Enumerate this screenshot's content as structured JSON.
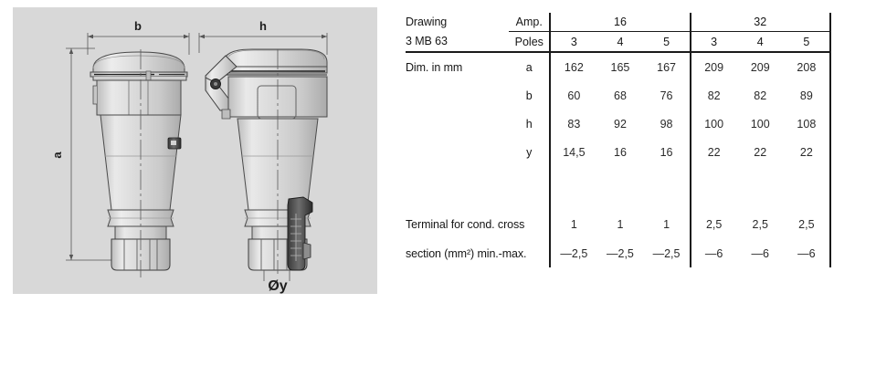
{
  "panel": {
    "background_color": "#d8d8d8",
    "caption_dimension_labels": [
      "b",
      "h",
      "a",
      "Øy"
    ],
    "views": [
      {
        "name": "front-view",
        "dimension_width": "b",
        "dimension_height": "a"
      },
      {
        "name": "side-view",
        "dimension_width": "h",
        "dimension_diameter": "Øy"
      }
    ]
  },
  "table": {
    "row_label_drawing": "Drawing",
    "row_label_drawing_code": "3 MB 63",
    "row_label_amp": "Amp.",
    "row_label_poles": "Poles",
    "amp_groups": [
      "16",
      "32"
    ],
    "pole_headers": [
      "3",
      "4",
      "5",
      "3",
      "4",
      "5"
    ],
    "dim_label": "Dim. in mm",
    "terminal_label_line1": "Terminal for cond. cross",
    "terminal_label_line2": "section (mm²) min.-max.",
    "rows": [
      {
        "symbol": "a",
        "values": [
          "162",
          "165",
          "167",
          "209",
          "209",
          "208"
        ]
      },
      {
        "symbol": "b",
        "values": [
          "60",
          "68",
          "76",
          "82",
          "82",
          "89"
        ]
      },
      {
        "symbol": "h",
        "values": [
          "83",
          "92",
          "98",
          "100",
          "100",
          "108"
        ]
      },
      {
        "symbol": "y",
        "values": [
          "14,5",
          "16",
          "16",
          "22",
          "22",
          "22"
        ]
      }
    ],
    "terminal_rows": [
      {
        "symbol": "",
        "values": [
          "1",
          "1",
          "1",
          "2,5",
          "2,5",
          "2,5"
        ]
      },
      {
        "symbol": "",
        "values": [
          "—2,5",
          "—2,5",
          "—2,5",
          "—6",
          "—6",
          "—6"
        ]
      }
    ]
  },
  "chart_data": {
    "type": "table",
    "title": "3 MB 63 dimensions",
    "categories": [
      "16 / 3",
      "16 / 4",
      "16 / 5",
      "32 / 3",
      "32 / 4",
      "32 / 5"
    ],
    "series": [
      {
        "name": "a",
        "values": [
          162,
          165,
          167,
          209,
          209,
          208
        ]
      },
      {
        "name": "b",
        "values": [
          60,
          68,
          76,
          82,
          82,
          89
        ]
      },
      {
        "name": "h",
        "values": [
          83,
          92,
          98,
          100,
          100,
          108
        ]
      },
      {
        "name": "y",
        "values": [
          14.5,
          16,
          16,
          22,
          22,
          22
        ]
      },
      {
        "name": "terminal min",
        "values": [
          1,
          1,
          1,
          2.5,
          2.5,
          2.5
        ]
      },
      {
        "name": "terminal max",
        "values": [
          2.5,
          2.5,
          2.5,
          6,
          6,
          6
        ]
      }
    ],
    "xlabel": "Amp. / Poles",
    "ylabel": "Dim. in mm"
  }
}
